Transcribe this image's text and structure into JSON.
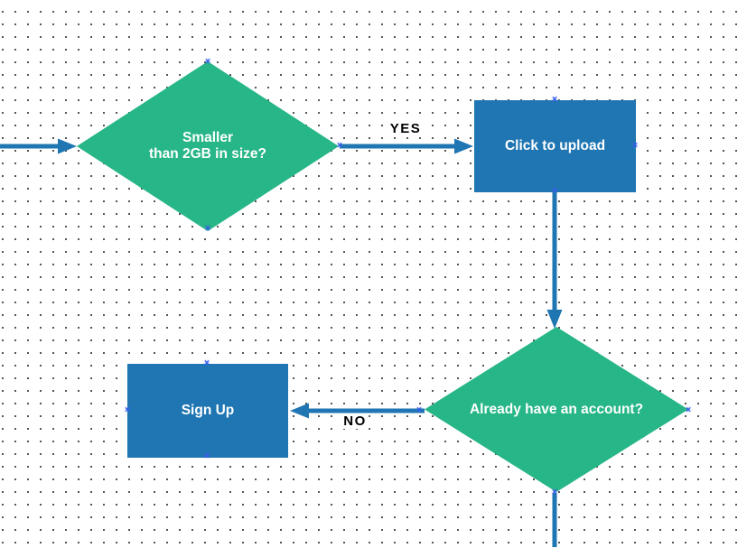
{
  "canvas": {
    "kind": "flowchart on dotted grid canvas"
  },
  "colors": {
    "canvas-bg": "#FFFFFF",
    "grid-dot": "#2E2E2E",
    "node-green": "#27B687",
    "node-blue": "#1F76B2",
    "edge": "#1F76B2",
    "node-text": "#FFFFFF",
    "edge-label-text": "#000000",
    "edge-label-bg": "#FFFFFF",
    "connection-point": "#2E5BE8"
  },
  "nodes": [
    {
      "id": "size-check",
      "shape": "decision",
      "label": "Smaller\nthan 2GB in size?"
    },
    {
      "id": "click-upload",
      "shape": "process",
      "label": "Click to upload"
    },
    {
      "id": "account-check",
      "shape": "decision",
      "label": "Already have an account?"
    },
    {
      "id": "sign-up",
      "shape": "process",
      "label": "Sign Up"
    }
  ],
  "edges": [
    {
      "id": "entry-to-size-check",
      "from": "offscreen-left",
      "to": "size-check",
      "label": ""
    },
    {
      "id": "size-check-yes",
      "from": "size-check",
      "to": "click-upload",
      "label": "YES"
    },
    {
      "id": "upload-to-account-check",
      "from": "click-upload",
      "to": "account-check",
      "label": ""
    },
    {
      "id": "account-check-no",
      "from": "account-check",
      "to": "sign-up",
      "label": "NO"
    },
    {
      "id": "account-check-continue",
      "from": "account-check",
      "to": "offscreen-bottom",
      "label": ""
    }
  ],
  "icons": {
    "connection_point_glyph": "×"
  }
}
